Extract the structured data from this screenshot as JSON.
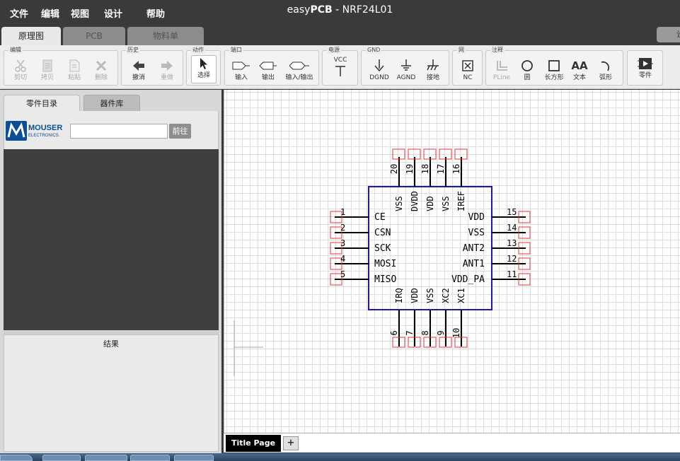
{
  "menu": [
    "文件",
    "编辑",
    "视图",
    "设计",
    "帮助"
  ],
  "title": {
    "brand_normal": "easy",
    "brand_bold": "PCB",
    "suffix": " - NRF24L01"
  },
  "main_tabs": [
    "原理图",
    "PCB",
    "物料单"
  ],
  "right_tab": "设",
  "toolbar": {
    "groups": [
      "编辑",
      "历史",
      "动作",
      "端口",
      "电源",
      "GND",
      "网",
      "注释"
    ],
    "tools": {
      "cut": "剪切",
      "copy": "拷贝",
      "paste": "粘贴",
      "delete": "删除",
      "undo": "撤消",
      "redo": "重做",
      "select": "选择",
      "input": "输入",
      "output": "输出",
      "bidir": "输入/输出",
      "vcc": "VCC",
      "dgnd": "DGND",
      "agnd": "AGND",
      "earth": "接地",
      "nc": "NC",
      "pline": "PLine",
      "circle": "圆",
      "rect": "长方形",
      "text": "文本",
      "arc": "弧形",
      "part": "零件"
    },
    "text_icon": "AA"
  },
  "left_panel": {
    "tabs": [
      "零件目录",
      "器件库"
    ],
    "mouser_logo": {
      "line1": "MOUSER",
      "line2": "ELECTRONICS."
    },
    "search_value": "",
    "go_button": "前往",
    "result_title": "结果"
  },
  "schematic": {
    "top_pins": [
      {
        "num": "20",
        "name": "VSS"
      },
      {
        "num": "19",
        "name": "DVDD"
      },
      {
        "num": "18",
        "name": "VDD"
      },
      {
        "num": "17",
        "name": "VSS"
      },
      {
        "num": "16",
        "name": "IREF"
      }
    ],
    "left_pins": [
      {
        "num": "1",
        "name": "CE"
      },
      {
        "num": "2",
        "name": "CSN"
      },
      {
        "num": "3",
        "name": "SCK"
      },
      {
        "num": "4",
        "name": "MOSI"
      },
      {
        "num": "5",
        "name": "MISO"
      }
    ],
    "right_pins": [
      {
        "num": "15",
        "name": "VDD"
      },
      {
        "num": "14",
        "name": "VSS"
      },
      {
        "num": "13",
        "name": "ANT2"
      },
      {
        "num": "12",
        "name": "ANT1"
      },
      {
        "num": "11",
        "name": "VDD_PA"
      }
    ],
    "bottom_pins": [
      {
        "num": "6",
        "name": "IRQ"
      },
      {
        "num": "7",
        "name": "VDD"
      },
      {
        "num": "8",
        "name": "VSS"
      },
      {
        "num": "9",
        "name": "XC2"
      },
      {
        "num": "10",
        "name": "XC1"
      }
    ]
  },
  "page_tabs": [
    "Title Page"
  ],
  "add_tab": "+",
  "colors": {
    "body_stroke": "#1a1aa6",
    "pin_box": "#e0363c",
    "dark": "#3a3a3a"
  }
}
